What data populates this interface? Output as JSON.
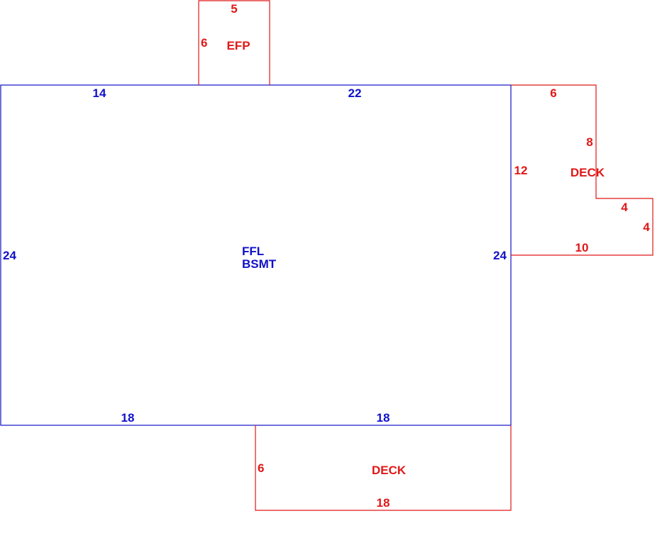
{
  "colors": {
    "main": "#1010c8",
    "addition": "#e01818"
  },
  "main_area": {
    "label_line1": "FFL",
    "label_line2": "BSMT",
    "dims": {
      "top_left": "14",
      "top_right": "22",
      "left": "24",
      "right": "24",
      "bottom_left": "18",
      "bottom_right": "18"
    }
  },
  "efp": {
    "label": "EFP",
    "dims": {
      "top": "5",
      "left": "6"
    }
  },
  "deck_right": {
    "label": "DECK",
    "dims": {
      "top": "6",
      "side_upper": "8",
      "left": "12",
      "step_top": "4",
      "step_side": "4",
      "bottom": "10"
    }
  },
  "deck_bottom": {
    "label": "DECK",
    "dims": {
      "left": "6",
      "bottom": "18"
    }
  }
}
